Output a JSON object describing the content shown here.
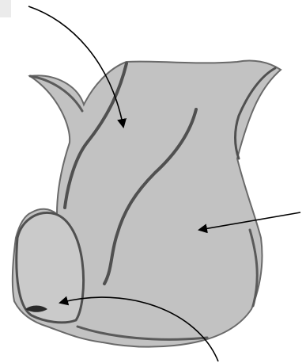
{
  "figure": {
    "subject": "anatomical-illustration",
    "colors": {
      "background": "#ffffff",
      "fill": "#c2c2c2",
      "fill_light": "#d0d0d0",
      "outline": "#555555",
      "arrow": "#000000",
      "corner_tab": "#ebebeb"
    },
    "arrows": [
      {
        "name": "arrow-top-curved"
      },
      {
        "name": "arrow-right-straight"
      },
      {
        "name": "arrow-bottom-curved"
      }
    ]
  }
}
